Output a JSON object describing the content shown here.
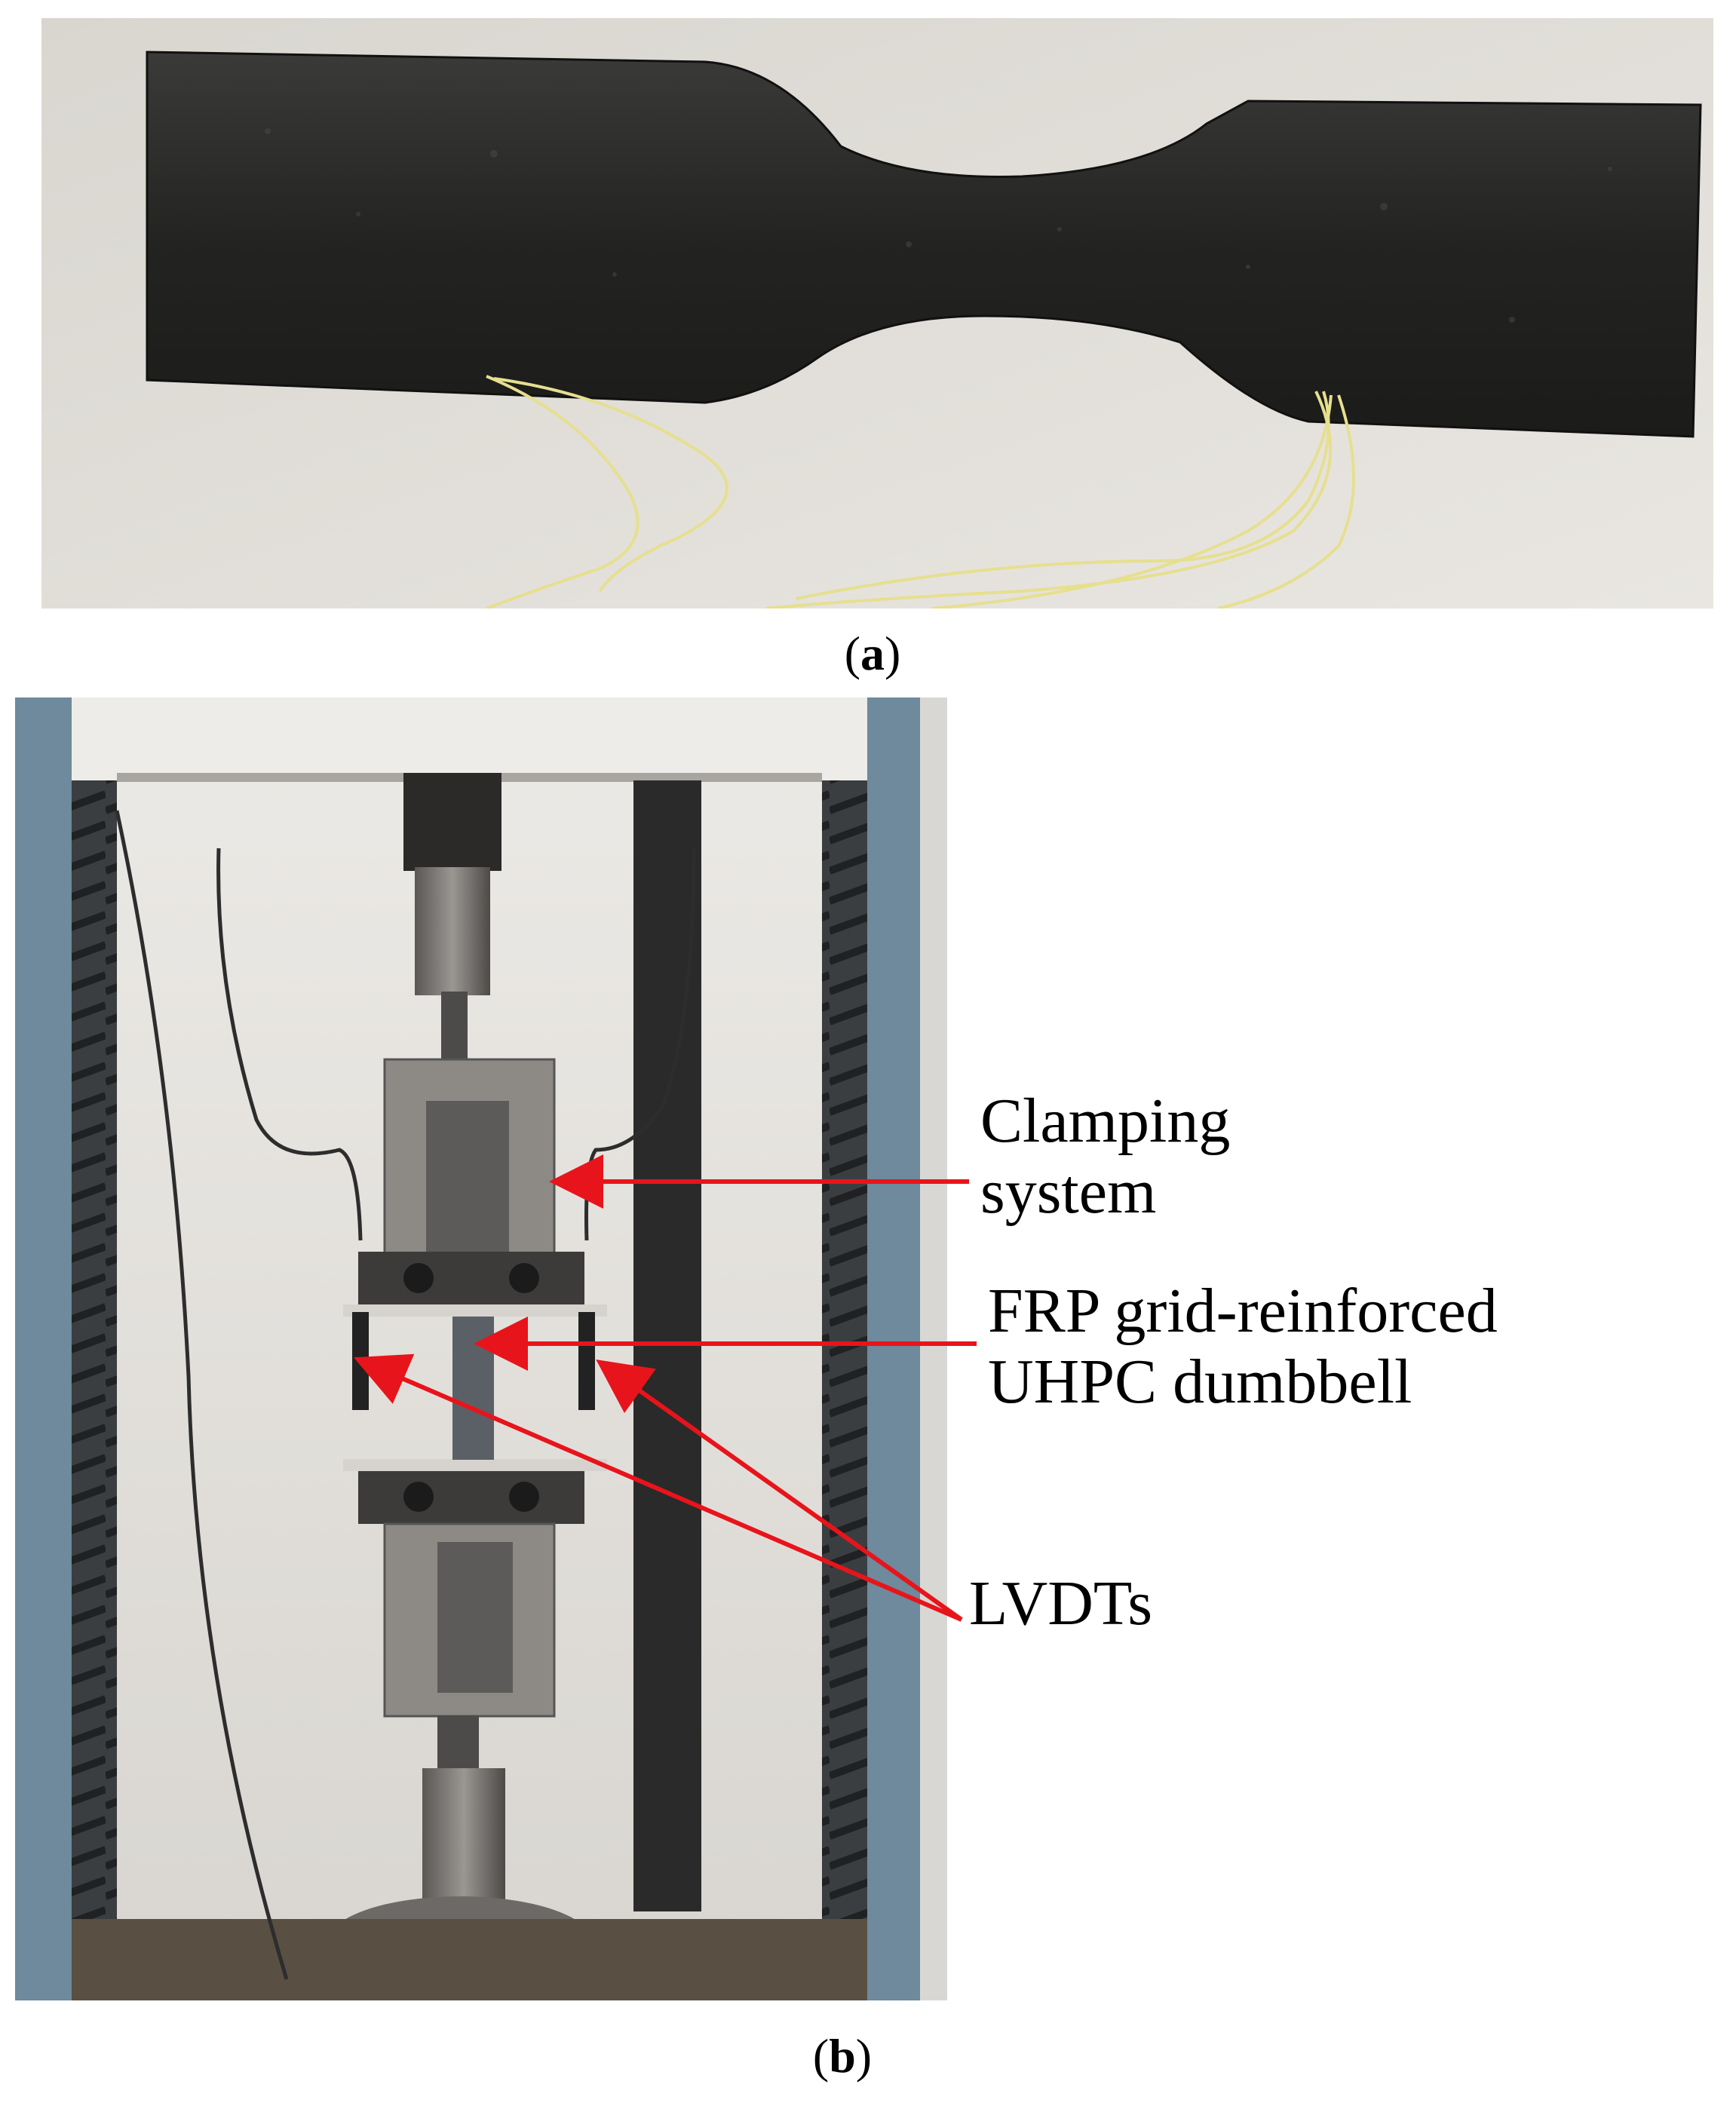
{
  "captions": {
    "a_open": "(",
    "a_letter": "a",
    "a_close": ")",
    "b_open": "(",
    "b_letter": "b",
    "b_close": ")"
  },
  "annotations": {
    "clamping_line1": "Clamping",
    "clamping_line2": "system",
    "frp_line1": "FRP grid-reinforced",
    "frp_line2": "UHPC dumbbell",
    "lvdts": "LVDTs"
  },
  "colors": {
    "arrow": "#e8141b",
    "specimen": "#2a2a2a",
    "frame": "#6e8a9c",
    "background": "#e7e4e0"
  }
}
